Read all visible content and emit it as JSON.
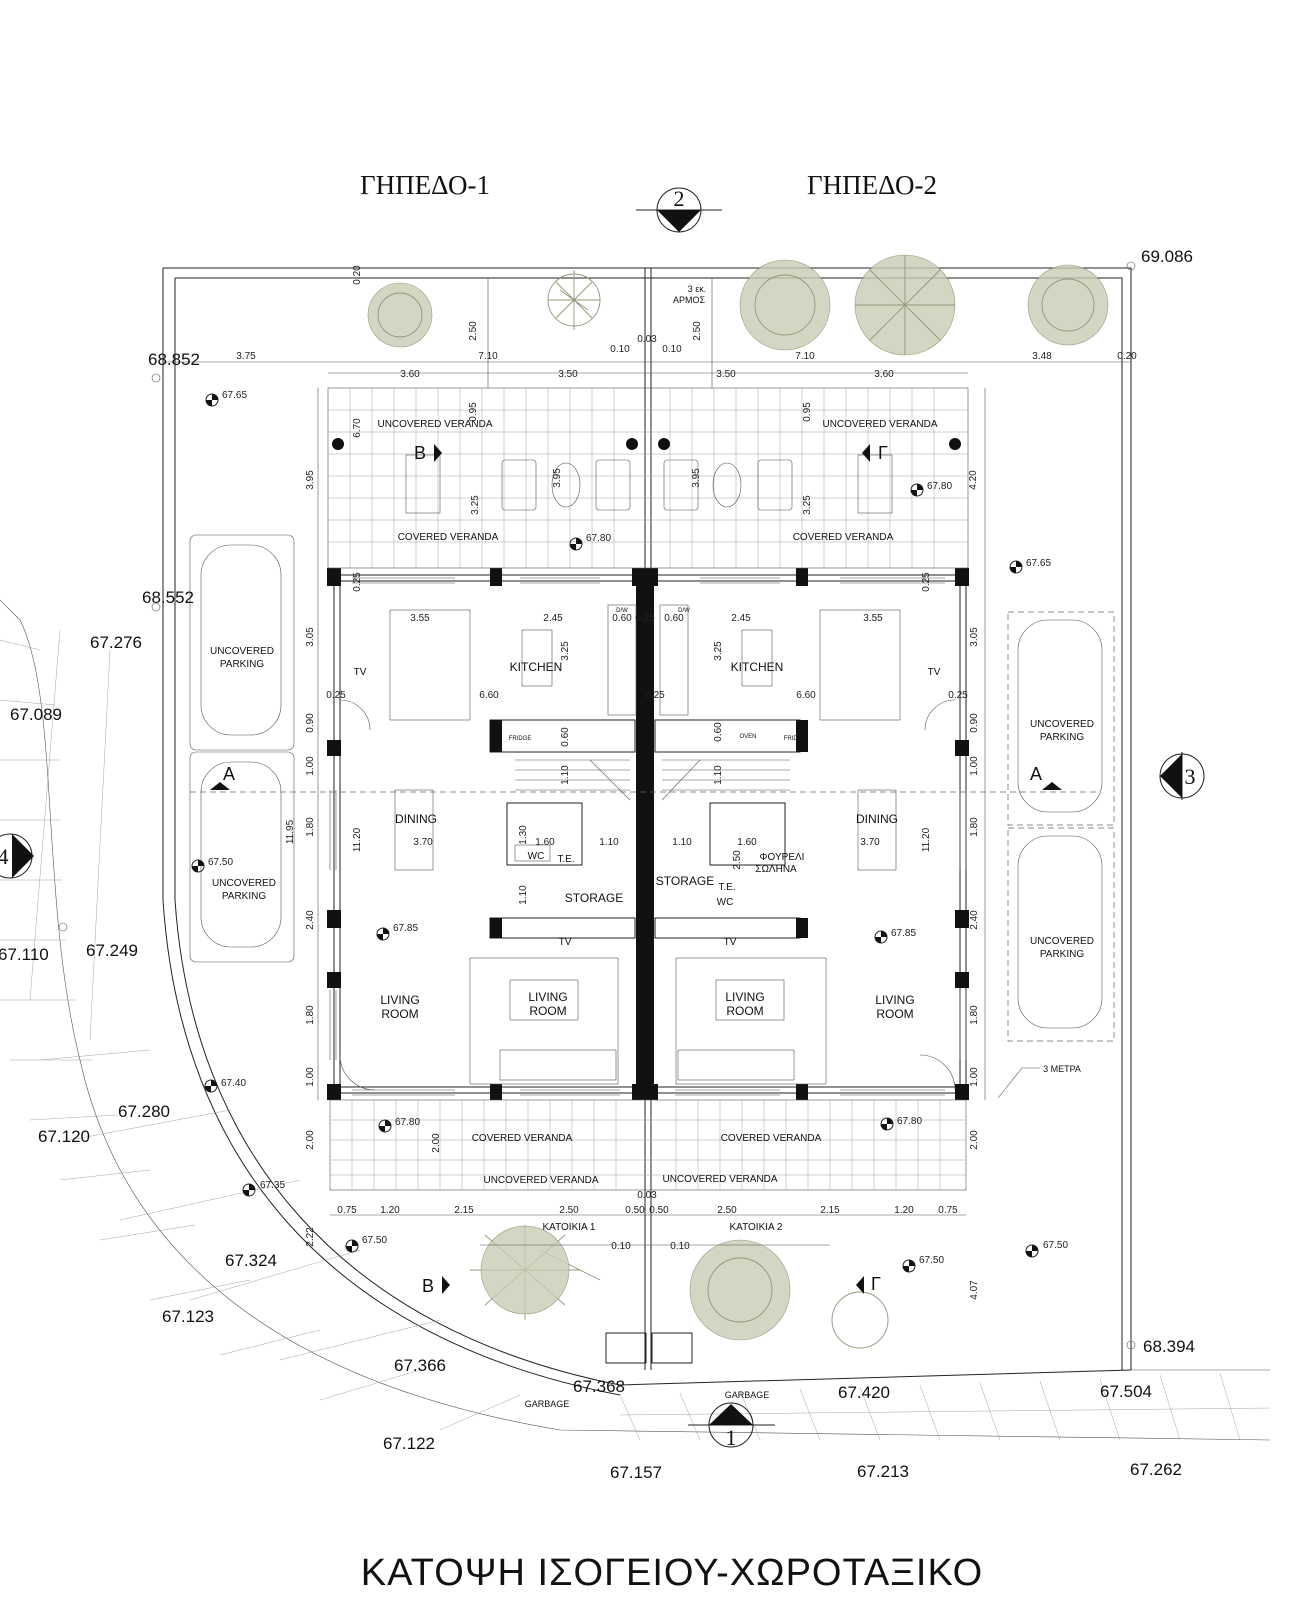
{
  "title": "ΚΑΤΟΨΗ ΙΣΟΓΕΙΟΥ-ΧΩΡΟΤΑΞΙΚΟ",
  "plots": {
    "left": "ΓΗΠΕΔΟ-1",
    "right": "ΓΗΠΕΔΟ-2"
  },
  "section_markers": {
    "top": "2",
    "bottom": "1",
    "left": "4",
    "right": "3"
  },
  "section_cuts": {
    "a": "A",
    "b": "B",
    "g": "Γ"
  },
  "notes": {
    "joint": "3 εκ.",
    "joint2": "ΑΡΜΟΣ",
    "meters": "3 ΜΕΤΡΑ",
    "solar": "ΦΟΥΡΕΛΙ",
    "solar2": "ΣΩΛΗΝΑ"
  },
  "rooms": {
    "uncovered_veranda": "UNCOVERED VERANDA",
    "covered_veranda": "COVERED VERANDA",
    "kitchen": "KITCHEN",
    "dining": "DINING",
    "living_1": "LIVING",
    "living_2": "ROOM",
    "storage": "STORAGE",
    "wc": "WC",
    "te": "T.E.",
    "tv": "TV",
    "uncovered_parking_1": "UNCOVERED",
    "uncovered_parking_2": "PARKING",
    "fridge": "FRIDGE",
    "oven": "OVEN",
    "dw": "D/W",
    "unit_1": "ΚΑΤΟΙΚΙΑ 1",
    "unit_2": "ΚΑΤΟΙΚΙΑ 2",
    "garbage": "GARBAGE"
  },
  "elevations": {
    "e69086": "69.086",
    "e68852": "68.852",
    "e68552": "68.552",
    "e67276": "67.276",
    "e67089": "67.089",
    "e67110": "67.110",
    "e67249": "67.249",
    "e67280": "67.280",
    "e67120": "67.120",
    "e67324": "67.324",
    "e67123": "67.123",
    "e67366": "67.366",
    "e67368": "67.368",
    "e67122": "67.122",
    "e67157": "67.157",
    "e67420": "67.420",
    "e67213": "67.213",
    "e67504": "67.504",
    "e67262": "67.262",
    "e68394": "68.394"
  },
  "levels": {
    "l6765": "67.65",
    "l6780": "67.80",
    "l6750": "67.50",
    "l6785": "67.85",
    "l6740": "67.40",
    "l6735": "67.35"
  },
  "dims": {
    "d375": "3.75",
    "d710": "7.10",
    "d348": "3.48",
    "d020": "0.20",
    "d010": "0.10",
    "d003": "0.03",
    "d250": "2.50",
    "d360": "3.60",
    "d350": "3.50",
    "d095": "0.95",
    "d395": "3.95",
    "d325": "3.25",
    "d670": "6.70",
    "d420": "4.20",
    "d025": "0.25",
    "d355": "3.55",
    "d245": "2.45",
    "d060": "0.60",
    "d660": "6.60",
    "d305": "3.05",
    "d090": "0.90",
    "d100": "1.00",
    "d180": "1.80",
    "d1195": "11.95",
    "d1120": "11.20",
    "d240": "2.40",
    "d110": "1.10",
    "d130": "1.30",
    "d160": "1.60",
    "d370": "3.70",
    "d200": "2.00",
    "d222": "2.22",
    "d407": "4.07",
    "d075": "0.75",
    "d120": "1.20",
    "d215": "2.15",
    "d050": "0.50"
  }
}
